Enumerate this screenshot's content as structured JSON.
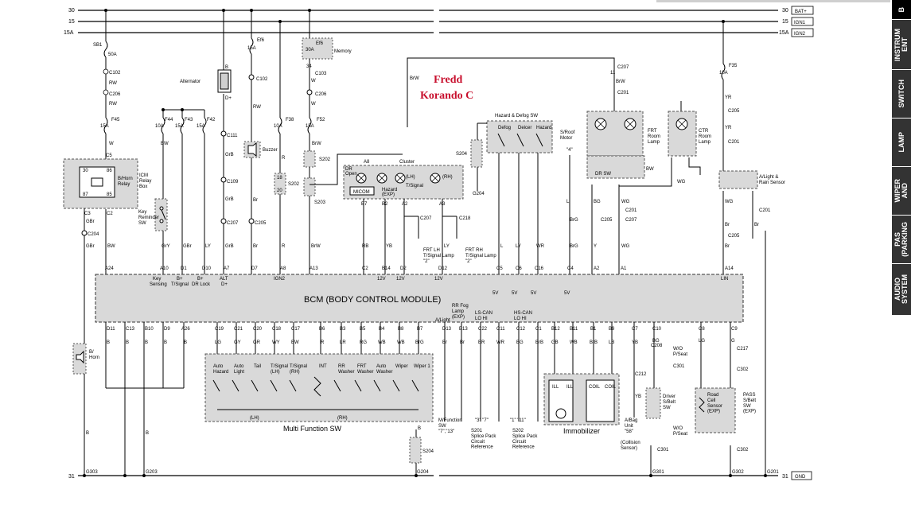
{
  "watermark": {
    "line1": "Fredd",
    "line2": "Korando C"
  },
  "side_tabs": [
    {
      "label": "B",
      "active": true
    },
    {
      "label": "INSTRUM\nENT",
      "active": false
    },
    {
      "label": "SWITCH",
      "active": false
    },
    {
      "label": "LAMP",
      "active": false
    },
    {
      "label": "WIPER\nAND",
      "active": false
    },
    {
      "label": "PAS\n(PARKING",
      "active": false
    },
    {
      "label": "AUDIO\nSYSTEM",
      "active": false
    }
  ],
  "rails": {
    "r30": {
      "left": "30",
      "right": "30",
      "name": "BAT+"
    },
    "r15": {
      "left": "15",
      "right": "15",
      "name": "IGN1"
    },
    "r15a": {
      "left": "15A",
      "right": "15A",
      "name": "IGN2"
    },
    "r31": {
      "left": "31",
      "right": "31",
      "name": "GND"
    }
  },
  "fuses": {
    "sb1": {
      "id": "SB1",
      "rating": "50A"
    },
    "ef6": {
      "id": "Ef6",
      "rating": "15A"
    },
    "ef6b": {
      "id": "Ef6",
      "rating": "30A",
      "note": "Memory"
    },
    "f45": {
      "id": "F45",
      "rating": "15A"
    },
    "f44": {
      "id": "F44",
      "rating": "10A"
    },
    "f43": {
      "id": "F43",
      "rating": "15A"
    },
    "f42": {
      "id": "F42",
      "rating": "15A"
    },
    "f38": {
      "id": "F38",
      "rating": "10A"
    },
    "f52": {
      "id": "F52",
      "rating": "15A"
    },
    "f35": {
      "id": "F35",
      "rating": "10A"
    }
  },
  "components": {
    "alternator": "Alternator",
    "buzzer": "Buzzer",
    "icm": "ICM\nRelay\nBox",
    "bhorn_relay": "B/Horn\nRelay",
    "key_reminder": "Key\nReminder\nSW",
    "cluster": "Cluster",
    "micom": "MICOM",
    "hazard_defog": "Hazard & Defog SW",
    "defog": "Defog",
    "deicer": "Deicer",
    "hazard": "Hazard",
    "sroof": "S/Roof\nMotor",
    "sroof_pin": "\"4\"",
    "frt_room": "FRT\nRoom\nLamp",
    "ctr_room": "CTR\nRoom\nLamp",
    "dr_sw": "DR SW",
    "light_rain": "A/Light &\nRain Sensor",
    "frt_lh": "FRT LH\nT/Signal Lamp\n\"2\"",
    "frt_rh": "FRT RH\nT/Signal Lamp\n\"2\"",
    "bcm": "BCM (BODY CONTROL MODULE)",
    "bhorn": "B/\nHorn",
    "multi_fn": "Multi Function SW",
    "mfn_sw": "M/Function\nSW\n\"7\",\"13\"",
    "s201": "S201\nSplice Pack\nCircuit\nReference",
    "s202": "S202\nSplice Pack\nCircuit\nReference",
    "immobilizer": "Immobilizer",
    "airbag": "A/Bag\nUnit\n\"58\"",
    "collision": "(Collision\nSensor)",
    "driver_seat": "Driver\nS/Belt\nSW",
    "road_cell": "Road\nCell\nSensor\n(EXP)",
    "pass_seat": "PASS\nS/Belt\nSW\n(EXP)",
    "wo_pseat": "W/O\nP/Seat",
    "wo_pseat2": "W/O\nP/Seat"
  },
  "bcm_top_pins": [
    {
      "pin": "A24",
      "sub": ""
    },
    {
      "pin": "A10",
      "sub": "Key\nSensing"
    },
    {
      "pin": "D1",
      "sub": "B+\nT/Signal"
    },
    {
      "pin": "D10",
      "sub": "B+\nDR Lock"
    },
    {
      "pin": "A7",
      "sub": "ALT\nD+"
    },
    {
      "pin": "D7",
      "sub": ""
    },
    {
      "pin": "A8",
      "sub": "IGN2"
    },
    {
      "pin": "A13",
      "sub": ""
    },
    {
      "pin": "C2",
      "sub": ""
    },
    {
      "pin": "B14",
      "sub": "12V"
    },
    {
      "pin": "D2",
      "sub": "12V"
    },
    {
      "pin": "A3",
      "sub": ""
    },
    {
      "pin": "D12",
      "sub": "12V"
    },
    {
      "pin": "C5",
      "sub": "5V"
    },
    {
      "pin": "C6",
      "sub": "5V"
    },
    {
      "pin": "C16",
      "sub": "5V"
    },
    {
      "pin": "C4",
      "sub": "5V"
    },
    {
      "pin": "A2",
      "sub": ""
    },
    {
      "pin": "A1",
      "sub": ""
    },
    {
      "pin": "A14",
      "sub": "LIN"
    }
  ],
  "bcm_bottom_pins": [
    {
      "pin": "D11",
      "wire": "B"
    },
    {
      "pin": "C13",
      "wire": "B"
    },
    {
      "pin": "B10",
      "wire": "B"
    },
    {
      "pin": "D9",
      "wire": "B"
    },
    {
      "pin": "A26",
      "wire": "B"
    },
    {
      "pin": "C19",
      "wire": "LG"
    },
    {
      "pin": "C21",
      "wire": "GY"
    },
    {
      "pin": "C20",
      "wire": "GR"
    },
    {
      "pin": "C18",
      "wire": "WY"
    },
    {
      "pin": "C17",
      "wire": "BW"
    },
    {
      "pin": "B6",
      "wire": "R"
    },
    {
      "pin": "B3",
      "wire": "LR"
    },
    {
      "pin": "B5",
      "wire": "RG"
    },
    {
      "pin": "B4",
      "wire": "WB"
    },
    {
      "pin": "B8",
      "wire": "WB"
    },
    {
      "pin": "B7",
      "wire": "BrG"
    },
    {
      "pin": "D13",
      "wire": "Br"
    },
    {
      "pin": "B13",
      "wire": "Br"
    },
    {
      "pin": "C22",
      "wire": "BR"
    },
    {
      "pin": "C11",
      "wire": "WR"
    },
    {
      "pin": "C12",
      "wire": "BG"
    },
    {
      "pin": "C1",
      "wire": "BrB"
    },
    {
      "pin": "B12",
      "wire": "GB"
    },
    {
      "pin": "B11",
      "wire": "WB"
    },
    {
      "pin": "B1",
      "wire": "BrB"
    },
    {
      "pin": "B9",
      "wire": "LB"
    },
    {
      "pin": "C7",
      "wire": "YB"
    },
    {
      "pin": "C10",
      "wire": "BG"
    },
    {
      "pin": "C8",
      "wire": "LG"
    },
    {
      "pin": "C9",
      "wire": "G"
    }
  ],
  "bcm_bottom_subs": {
    "alight": "A/Light",
    "rr_fog": "RR Fog\nLamp\n(EXP)",
    "ls_can": "LS-CAN\nLO    HI",
    "hs_can": "HS-CAN\nLO    HI"
  },
  "multi_function_labels": [
    "Auto\nHazard",
    "Auto\nLight",
    "Tail",
    "T/Signal\n(LH)",
    "T/Signal\n(RH)",
    "INT",
    "RR\nWasher",
    "FRT\nWasher",
    "Auto\nWasher",
    "Wiper",
    "Wiper 1"
  ],
  "grounds": [
    "G303",
    "G203",
    "G204",
    "G301",
    "G302",
    "G201"
  ],
  "connectors_misc": [
    "C102",
    "C206",
    "C5",
    "C2",
    "C204",
    "C111",
    "C109",
    "C207",
    "C205",
    "C103",
    "C201",
    "C217",
    "C302",
    "C212",
    "C301",
    "C208",
    "C218"
  ],
  "wire_codes_misc": [
    "RW",
    "W",
    "BW",
    "GrY",
    "GBr",
    "LY",
    "GrB",
    "Br",
    "R",
    "BrW",
    "RB",
    "YB",
    "LY",
    "L",
    "BrG",
    "Y",
    "WG",
    "YR"
  ],
  "splice_labels": {
    "s201_codes": "\"3\"   \"7\"",
    "s202_codes": "\"1\"   \"11\""
  }
}
